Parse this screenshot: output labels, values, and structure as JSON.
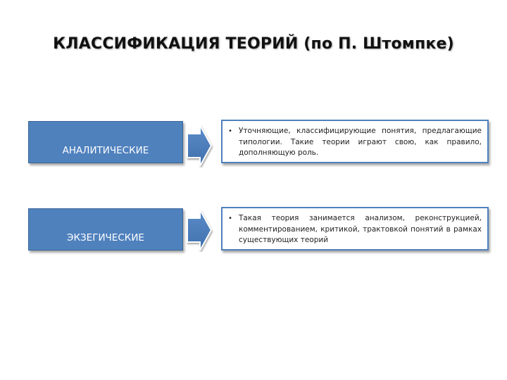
{
  "slide": {
    "title": "КЛАССИФИКАЦИЯ ТЕОРИЙ (по П. Штомпке)"
  },
  "rows": [
    {
      "label": "АНАЛИТИЧЕСКИЕ",
      "bullet": "•",
      "description": "Уточняющие, классифицирующие понятия, предлагающие типологии. Такие теории играют свою, как правило, дополняющую роль."
    },
    {
      "label": "ЭКЗЕГИЧЕСКИЕ",
      "bullet": "•",
      "description": "Такая теория занимается анализом, реконструкцией, комментированием, критикой, трактовкой понятий в рамках существующих теорий"
    }
  ],
  "colors": {
    "box_fill": "#4f81bd",
    "box_border": "#3a6698",
    "text_on_box": "#ffffff",
    "description_border": "#4f81bd"
  },
  "icons": {
    "arrow": "chevron-arrow-right-icon"
  }
}
